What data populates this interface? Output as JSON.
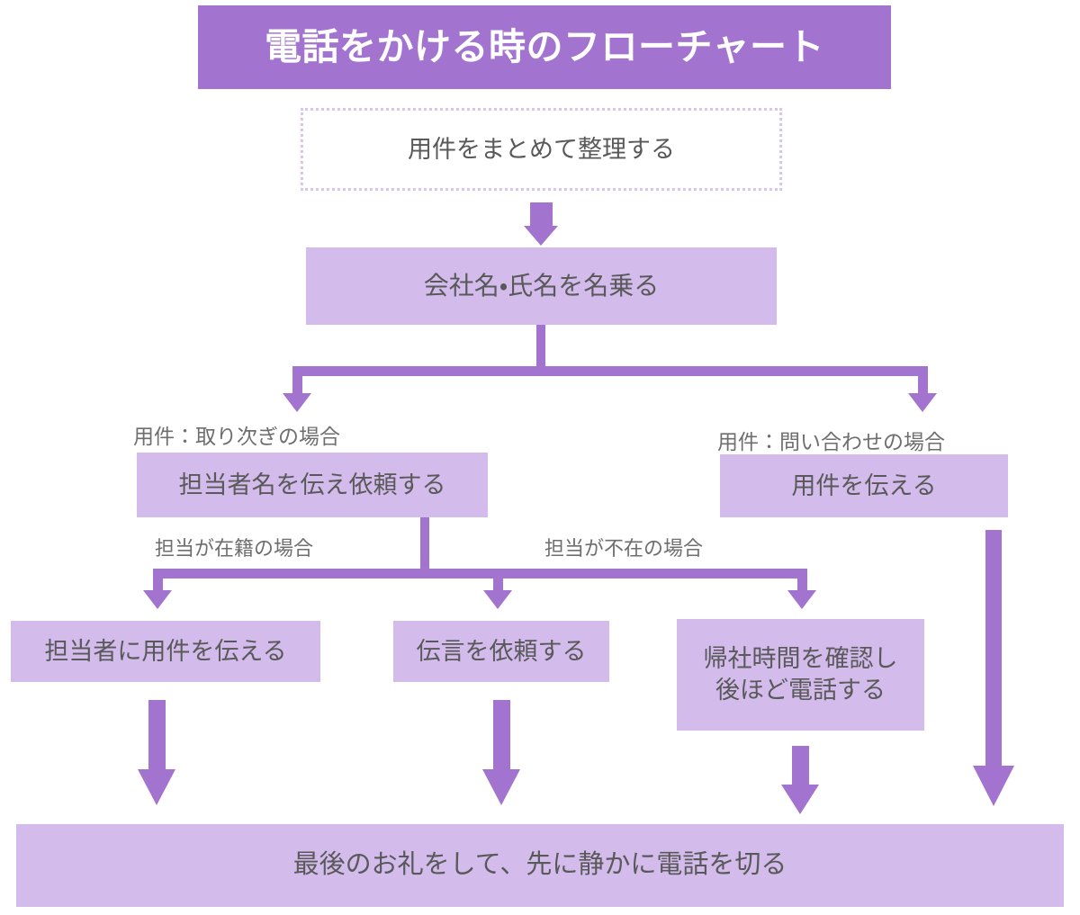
{
  "title": {
    "text": "電話をかける時のフローチャート"
  },
  "colors": {
    "title_bg": "#a273cf",
    "title_text": "#ffffff",
    "node_fill": "#d3bcec",
    "node_text": "#595959",
    "connector": "#a273cf",
    "dotted_border": "#d9c6ee",
    "label_text": "#6e6e6e",
    "page_bg": "#ffffff"
  },
  "nodes": {
    "prepare": {
      "text": "用件をまとめて整理する"
    },
    "introduce": {
      "text": "会社名・氏名を名乗る"
    },
    "transfer_request": {
      "text": "担当者名を伝え依頼する"
    },
    "state_business": {
      "text": "用件を伝える"
    },
    "tell_person": {
      "text": "担当者に用件を伝える"
    },
    "leave_message": {
      "text": "伝言を依頼する"
    },
    "call_back_line1": {
      "text": "帰社時間を確認し"
    },
    "call_back_line2": {
      "text": "後ほど電話する"
    },
    "closing": {
      "text": "最後のお礼をして、先に静かに電話を切る"
    }
  },
  "branch_labels": {
    "transfer_case": "用件：取り次ぎの場合",
    "inquiry_case": "用件：問い合わせの場合",
    "person_present": "担当が在籍の場合",
    "person_absent": "担当が不在の場合"
  }
}
